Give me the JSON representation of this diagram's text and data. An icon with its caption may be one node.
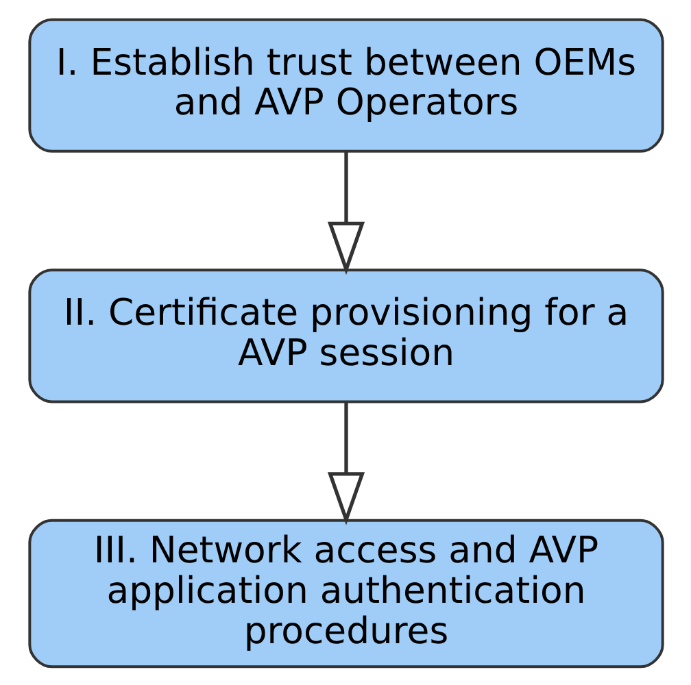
{
  "diagram": {
    "nodes": [
      {
        "text": [
          "I. Establish trust between OEMs and AVP Operators"
        ]
      },
      {
        "text": [
          "II. Certificate provisioning for a AVP session"
        ]
      },
      {
        "text": [
          "III. Network access and AVP application authentication procedures"
        ]
      }
    ],
    "edges": [
      {
        "from": 0,
        "to": 1,
        "arrow": "to"
      },
      {
        "from": 1,
        "to": 2,
        "arrow": "to"
      }
    ]
  }
}
